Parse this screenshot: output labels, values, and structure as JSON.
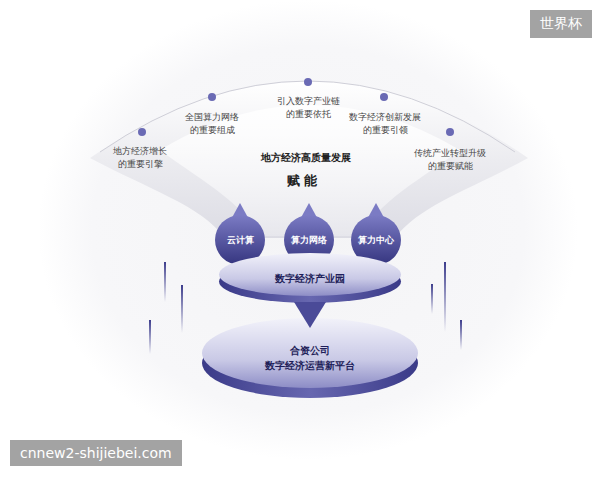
{
  "diagram": {
    "nodes": [
      {
        "text": [
          "云计算"
        ]
      },
      {
        "text": [
          "算力网络"
        ]
      },
      {
        "text": [
          "算力中心"
        ]
      },
      {
        "text": [
          "数字经济产业园"
        ]
      },
      {
        "text": [
          "合资公司",
          "数字经济运营新平台"
        ]
      }
    ],
    "labels": [
      "世界杯",
      "地方经济增长 的重要引擎",
      "全国算力网络 的重要组成",
      "引入数字产业链 的重要依托",
      "数字经济创新发展 的重要引领",
      "传统产业转型升级 的重要赋能",
      "地方经济高质量发展",
      "赋 能",
      "cnnew2-shijiebei.com"
    ]
  }
}
